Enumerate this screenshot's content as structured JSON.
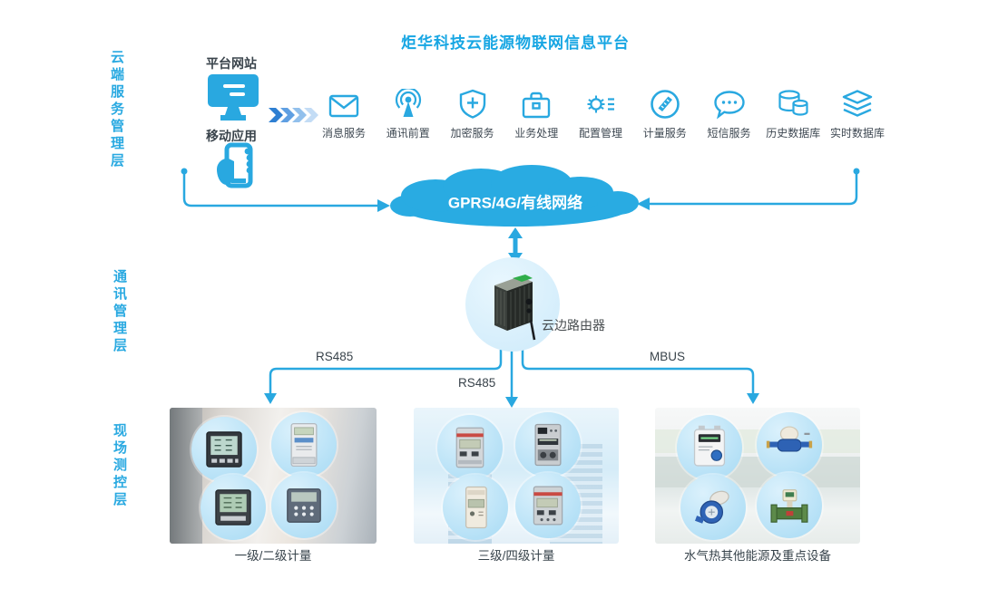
{
  "title": "炬华科技云能源物联网信息平台",
  "colors": {
    "primary_blue": "#29a8e0",
    "cloud_blue": "#29abe2",
    "dark_text": "#3b454d",
    "chevrons": [
      "#2e7fd2",
      "#5f9fe2",
      "#92c0ec",
      "#c3dcf5"
    ]
  },
  "layers": [
    {
      "label": "云端服务管理层"
    },
    {
      "label": "通讯管理层"
    },
    {
      "label": "现场测控层"
    }
  ],
  "clients": {
    "website_label": "平台网站",
    "mobile_label": "移动应用"
  },
  "services": [
    {
      "label": "消息服务",
      "icon": "envelope-icon"
    },
    {
      "label": "通讯前置",
      "icon": "broadcast-antenna-icon"
    },
    {
      "label": "加密服务",
      "icon": "shield-plus-icon"
    },
    {
      "label": "业务处理",
      "icon": "briefcase-icon"
    },
    {
      "label": "配置管理",
      "icon": "gear-config-icon"
    },
    {
      "label": "计量服务",
      "icon": "ruler-badge-icon"
    },
    {
      "label": "短信服务",
      "icon": "chat-bubble-icon"
    },
    {
      "label": "历史数据库",
      "icon": "database-icon"
    },
    {
      "label": "实时数据库",
      "icon": "layers-icon"
    }
  ],
  "network": {
    "cloud_label": "GPRS/4G/有线网络"
  },
  "router": {
    "label": "云边路由器"
  },
  "buses": {
    "left": "RS485",
    "middle": "RS485",
    "right": "MBUS"
  },
  "device_groups": [
    {
      "label": "一级/二级计量"
    },
    {
      "label": "三级/四级计量"
    },
    {
      "label": "水气热其他能源及重点设备"
    }
  ]
}
